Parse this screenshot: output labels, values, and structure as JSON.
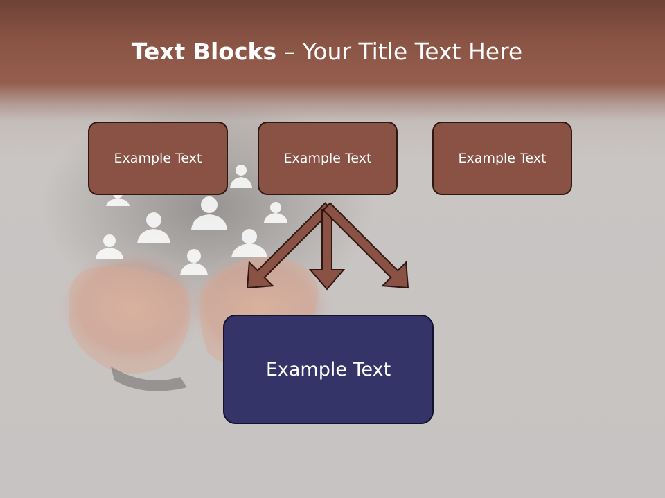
{
  "title": {
    "bold_part": "Text Blocks",
    "separator": " – ",
    "rest": "Your Title Text Here"
  },
  "boxes": {
    "top_left": "Example Text",
    "top_center": "Example Text",
    "top_right": "Example Text",
    "bottom": "Example Text"
  },
  "colors": {
    "header_band": "#8a5445",
    "top_box_fill": "#8a5244",
    "bottom_box_fill": "#343468",
    "arrow_fill": "#8a5244"
  }
}
